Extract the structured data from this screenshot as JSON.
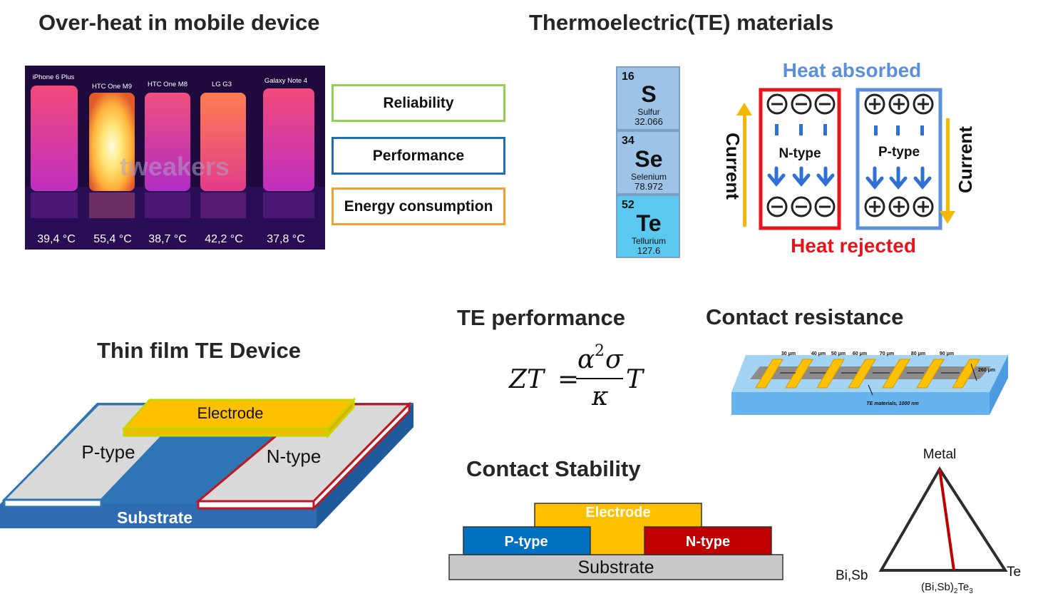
{
  "headings": {
    "overheat": "Over-heat in mobile device",
    "te_materials": "Thermoelectric(TE) materials",
    "thin_film": "Thin film TE Device",
    "te_performance": "TE performance",
    "contact_resistance": "Contact resistance",
    "contact_stability": "Contact Stability"
  },
  "thermal_image": {
    "phones": [
      {
        "name": "iPhone 6 Plus",
        "temp": "39,4 °C"
      },
      {
        "name": "HTC One M9",
        "temp": "55,4 °C"
      },
      {
        "name": "HTC One M8",
        "temp": "38,7 °C"
      },
      {
        "name": "LG G3",
        "temp": "42,2 °C"
      },
      {
        "name": "Galaxy Note 4",
        "temp": "37,8 °C"
      }
    ],
    "watermark": "tweakers"
  },
  "concerns": [
    {
      "label": "Reliability",
      "color": "#92d050"
    },
    {
      "label": "Performance",
      "color": "#1f6fb5"
    },
    {
      "label": "Energy consumption",
      "color": "#f0a030"
    }
  ],
  "elements": [
    {
      "number": "16",
      "symbol": "S",
      "name": "Sulfur",
      "mass": "32.066",
      "color": "#9dc3e6"
    },
    {
      "number": "34",
      "symbol": "Se",
      "name": "Selenium",
      "mass": "78.972",
      "color": "#9dc3e6"
    },
    {
      "number": "52",
      "symbol": "Te",
      "name": "Tellurium",
      "mass": "127.6",
      "color": "#5bc8ef"
    }
  ],
  "te_diagram": {
    "heat_absorbed": "Heat absorbed",
    "heat_rejected": "Heat rejected",
    "n_type": "N-type",
    "p_type": "P-type",
    "current_left": "Current",
    "current_right": "Current",
    "n_color": "#e8141b",
    "p_color": "#5b8fd9"
  },
  "thin_film": {
    "electrode": "Electrode",
    "p_type": "P-type",
    "n_type": "N-type",
    "substrate": "Substrate"
  },
  "formula": {
    "lhs": "ZT",
    "equals": "=",
    "numerator_base": "α",
    "numerator_exp": "2",
    "numerator_tail": "σ",
    "denominator": "κ",
    "factor": "T"
  },
  "contact_resistance": {
    "spacings": [
      "30 μm",
      "40 μm",
      "50 μm",
      "60 μm",
      "70 μm",
      "80 μm",
      "90 μm"
    ],
    "width": "260 μm",
    "te_label": "TE materials, 1000 nm"
  },
  "stability": {
    "electrode": "Electrode",
    "p_type": "P-type",
    "n_type": "N-type",
    "substrate": "Substrate"
  },
  "ternary": {
    "top": "Metal",
    "left": "Bi,Sb",
    "right": "Te",
    "bottom_pre": "(Bi,Sb)",
    "bottom_sub1": "2",
    "bottom_mid": "Te",
    "bottom_sub2": "3"
  }
}
